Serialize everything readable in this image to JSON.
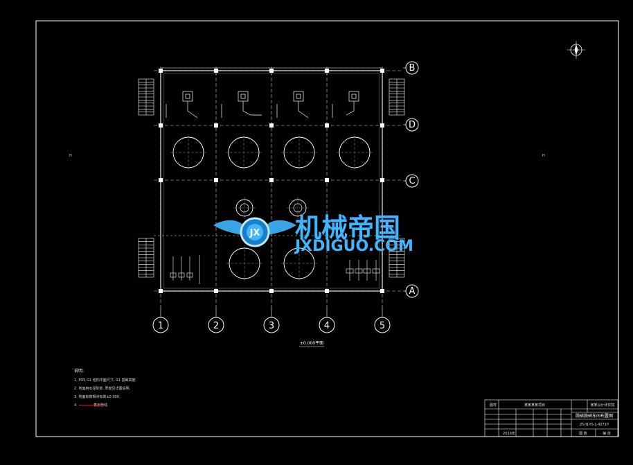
{
  "drawing": {
    "column_axes": [
      "1",
      "2",
      "3",
      "4",
      "5"
    ],
    "row_axes": [
      "B",
      "D",
      "C",
      "A"
    ],
    "plan_label": "±0.000平面"
  },
  "notes": {
    "title": "说明:",
    "lines": [
      "1. POS  G1  结构平面尺寸, G1  基础高度.",
      "2. 地面用水泥砂浆, 厚度见详图说明.",
      "3. 地面标高相对标高±0.000.",
      "4.  ————  表示管线."
    ]
  },
  "title_block": {
    "project": "某某某某项目",
    "drawing_title": "脱硫脱硝车间布置图",
    "number": "ZS-YJ-YS-L-4271P",
    "date": "2019年",
    "scale_label": "图   数",
    "sheet_label": "第  张",
    "company": "某某设计研究院",
    "header_left": "图样"
  },
  "watermark": {
    "cn": "机械帝国",
    "en": "JXDIGUO.COM",
    "badge": "JX"
  },
  "colors": {
    "background": "#000000",
    "lines": "#ffffff",
    "dashed": "#cfcfcf",
    "watermark": "#3fb6ff",
    "red_line": "#ff2020"
  }
}
